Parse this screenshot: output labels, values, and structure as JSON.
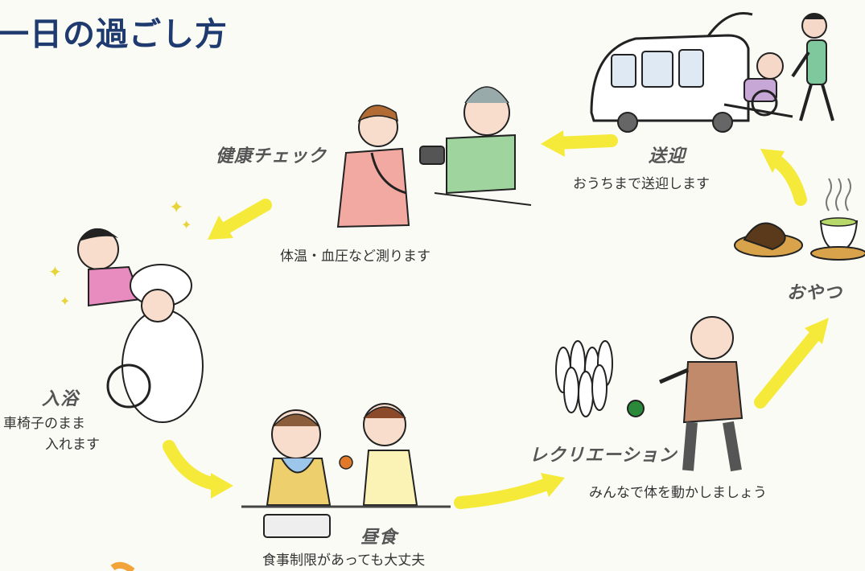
{
  "title": "一日の過ごし方",
  "steps": {
    "pickup": {
      "label": "送迎",
      "desc": "おうちまで送迎します"
    },
    "health": {
      "label": "健康チェック",
      "desc": "体温・血圧など測ります"
    },
    "bath": {
      "label": "入浴",
      "desc_line1": "車椅子のまま",
      "desc_line2": "入れます"
    },
    "lunch": {
      "label": "昼食",
      "desc": "食事制限があっても大丈夫"
    },
    "recreation": {
      "label": "レクリエーション",
      "desc": "みんなで体を動かしましょう"
    },
    "snack": {
      "label": "おやつ"
    }
  },
  "colors": {
    "arrow": "#f5ea3a",
    "title": "#1f3a6e",
    "accent": "#f2a33a"
  },
  "icons": [
    "van-icon",
    "caregiver-wheelchair-icon",
    "nurse-blood-pressure-icon",
    "bath-icon",
    "lunch-icon",
    "bowling-icon",
    "snack-icon"
  ]
}
